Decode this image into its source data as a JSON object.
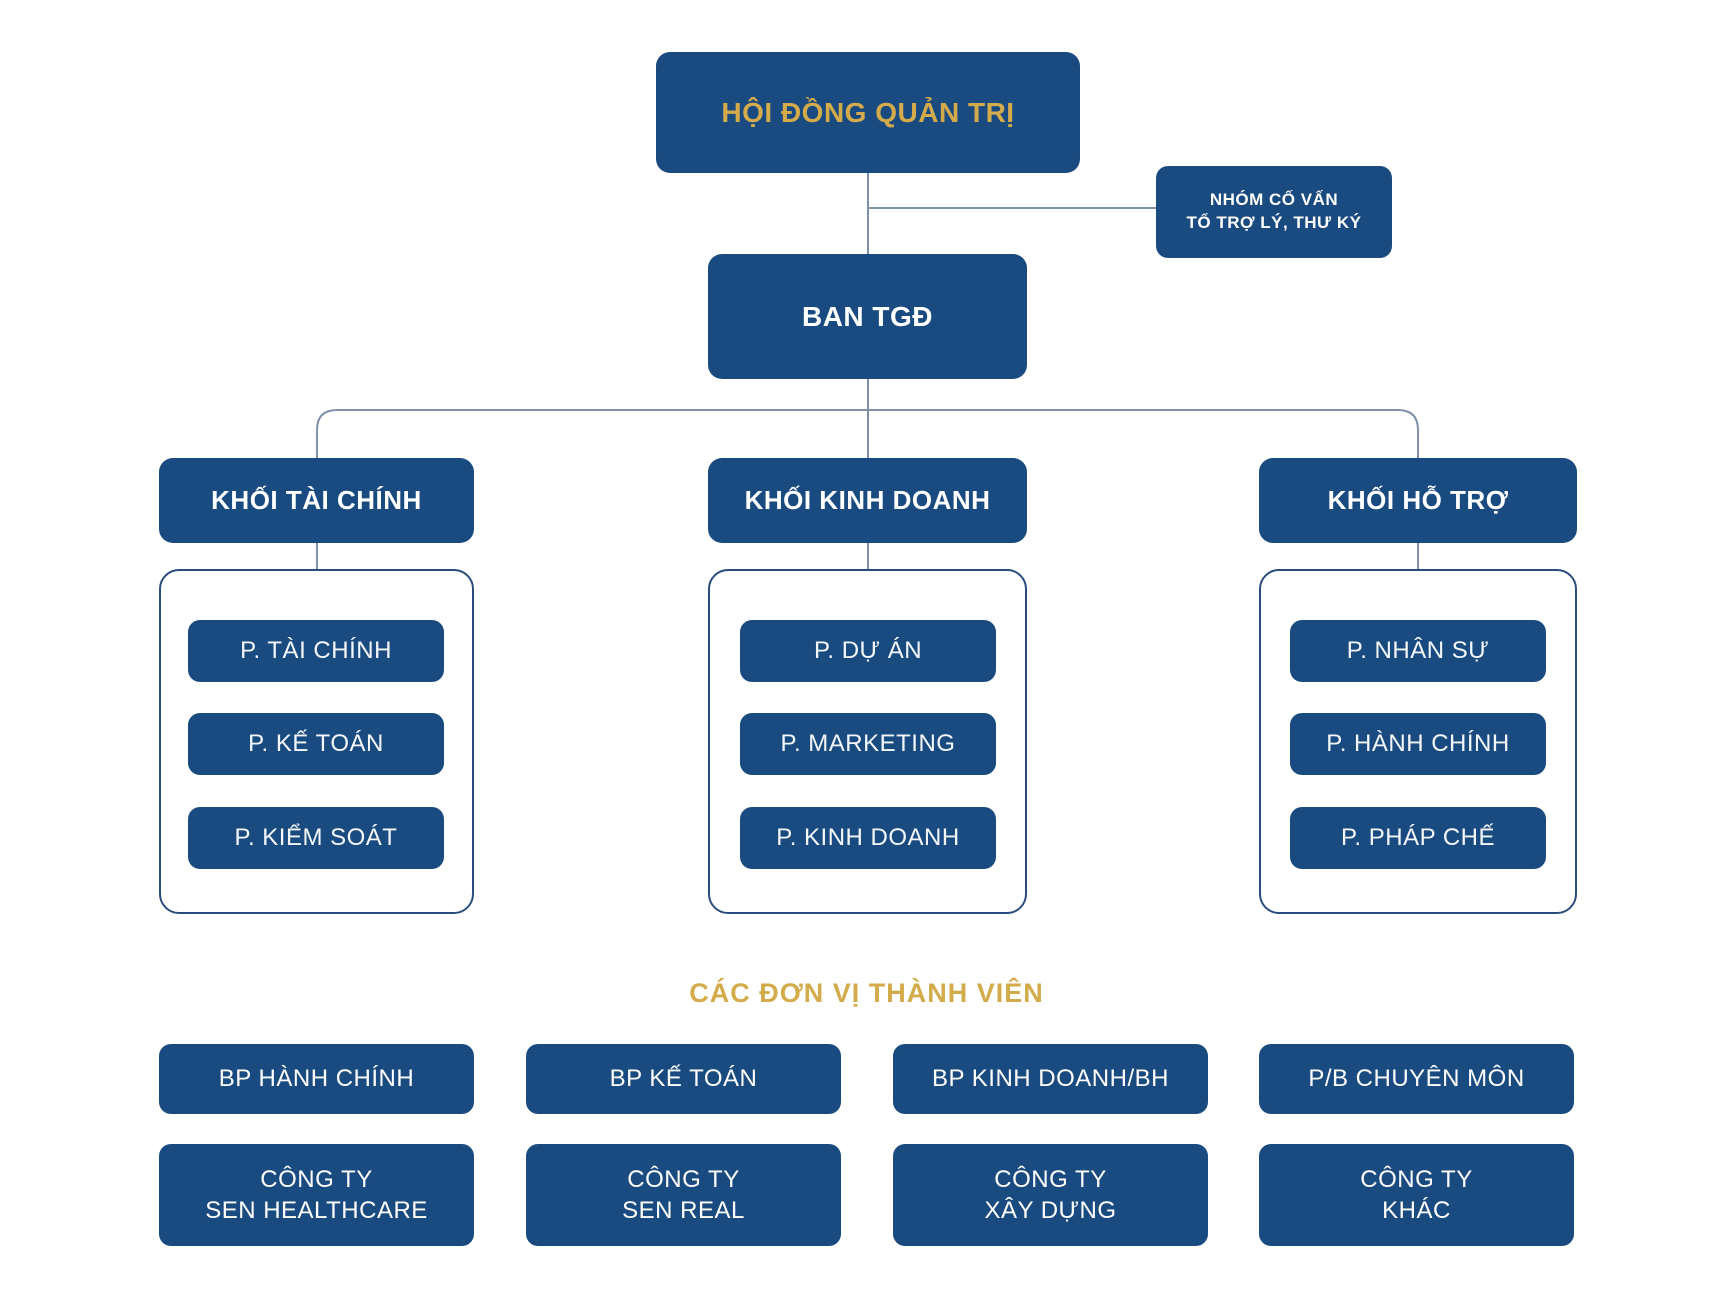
{
  "colors": {
    "box_blue": "#1a4b80",
    "accent_gold": "#d3ab4a",
    "text_white": "#ffffff",
    "connector_line": "#7e91a8",
    "group_border": "#2b4d7d",
    "background": "#ffffff"
  },
  "nodes": {
    "board": {
      "label": "HỘI ĐỒNG QUẢN TRỊ"
    },
    "advisory": {
      "line1": "NHÓM CỐ VẤN",
      "line2": "TỔ TRỢ LÝ, THƯ KÝ"
    },
    "ceo": {
      "label": "BAN TGĐ"
    }
  },
  "divisions": [
    {
      "label": "KHỐI TÀI CHÍNH",
      "departments": [
        "P. TÀI CHÍNH",
        "P. KẾ TOÁN",
        "P. KIỂM SOÁT"
      ]
    },
    {
      "label": "KHỐI KINH DOANH",
      "departments": [
        "P. DỰ ÁN",
        "P. MARKETING",
        "P. KINH DOANH"
      ]
    },
    {
      "label": "KHỐI HỖ TRỢ",
      "departments": [
        "P. NHÂN SỰ",
        "P. HÀNH CHÍNH",
        "P. PHÁP CHẾ"
      ]
    }
  ],
  "members_section": {
    "title": "CÁC ĐƠN VỊ THÀNH VIÊN",
    "units": [
      "BP HÀNH CHÍNH",
      "BP KẾ TOÁN",
      "BP KINH DOANH/BH",
      "P/B CHUYÊN MÔN"
    ],
    "companies": [
      {
        "line1": "CÔNG TY",
        "line2": "SEN HEALTHCARE"
      },
      {
        "line1": "CÔNG TY",
        "line2": "SEN REAL"
      },
      {
        "line1": "CÔNG TY",
        "line2": "XÂY DỰNG"
      },
      {
        "line1": "CÔNG TY",
        "line2": "KHÁC"
      }
    ]
  }
}
